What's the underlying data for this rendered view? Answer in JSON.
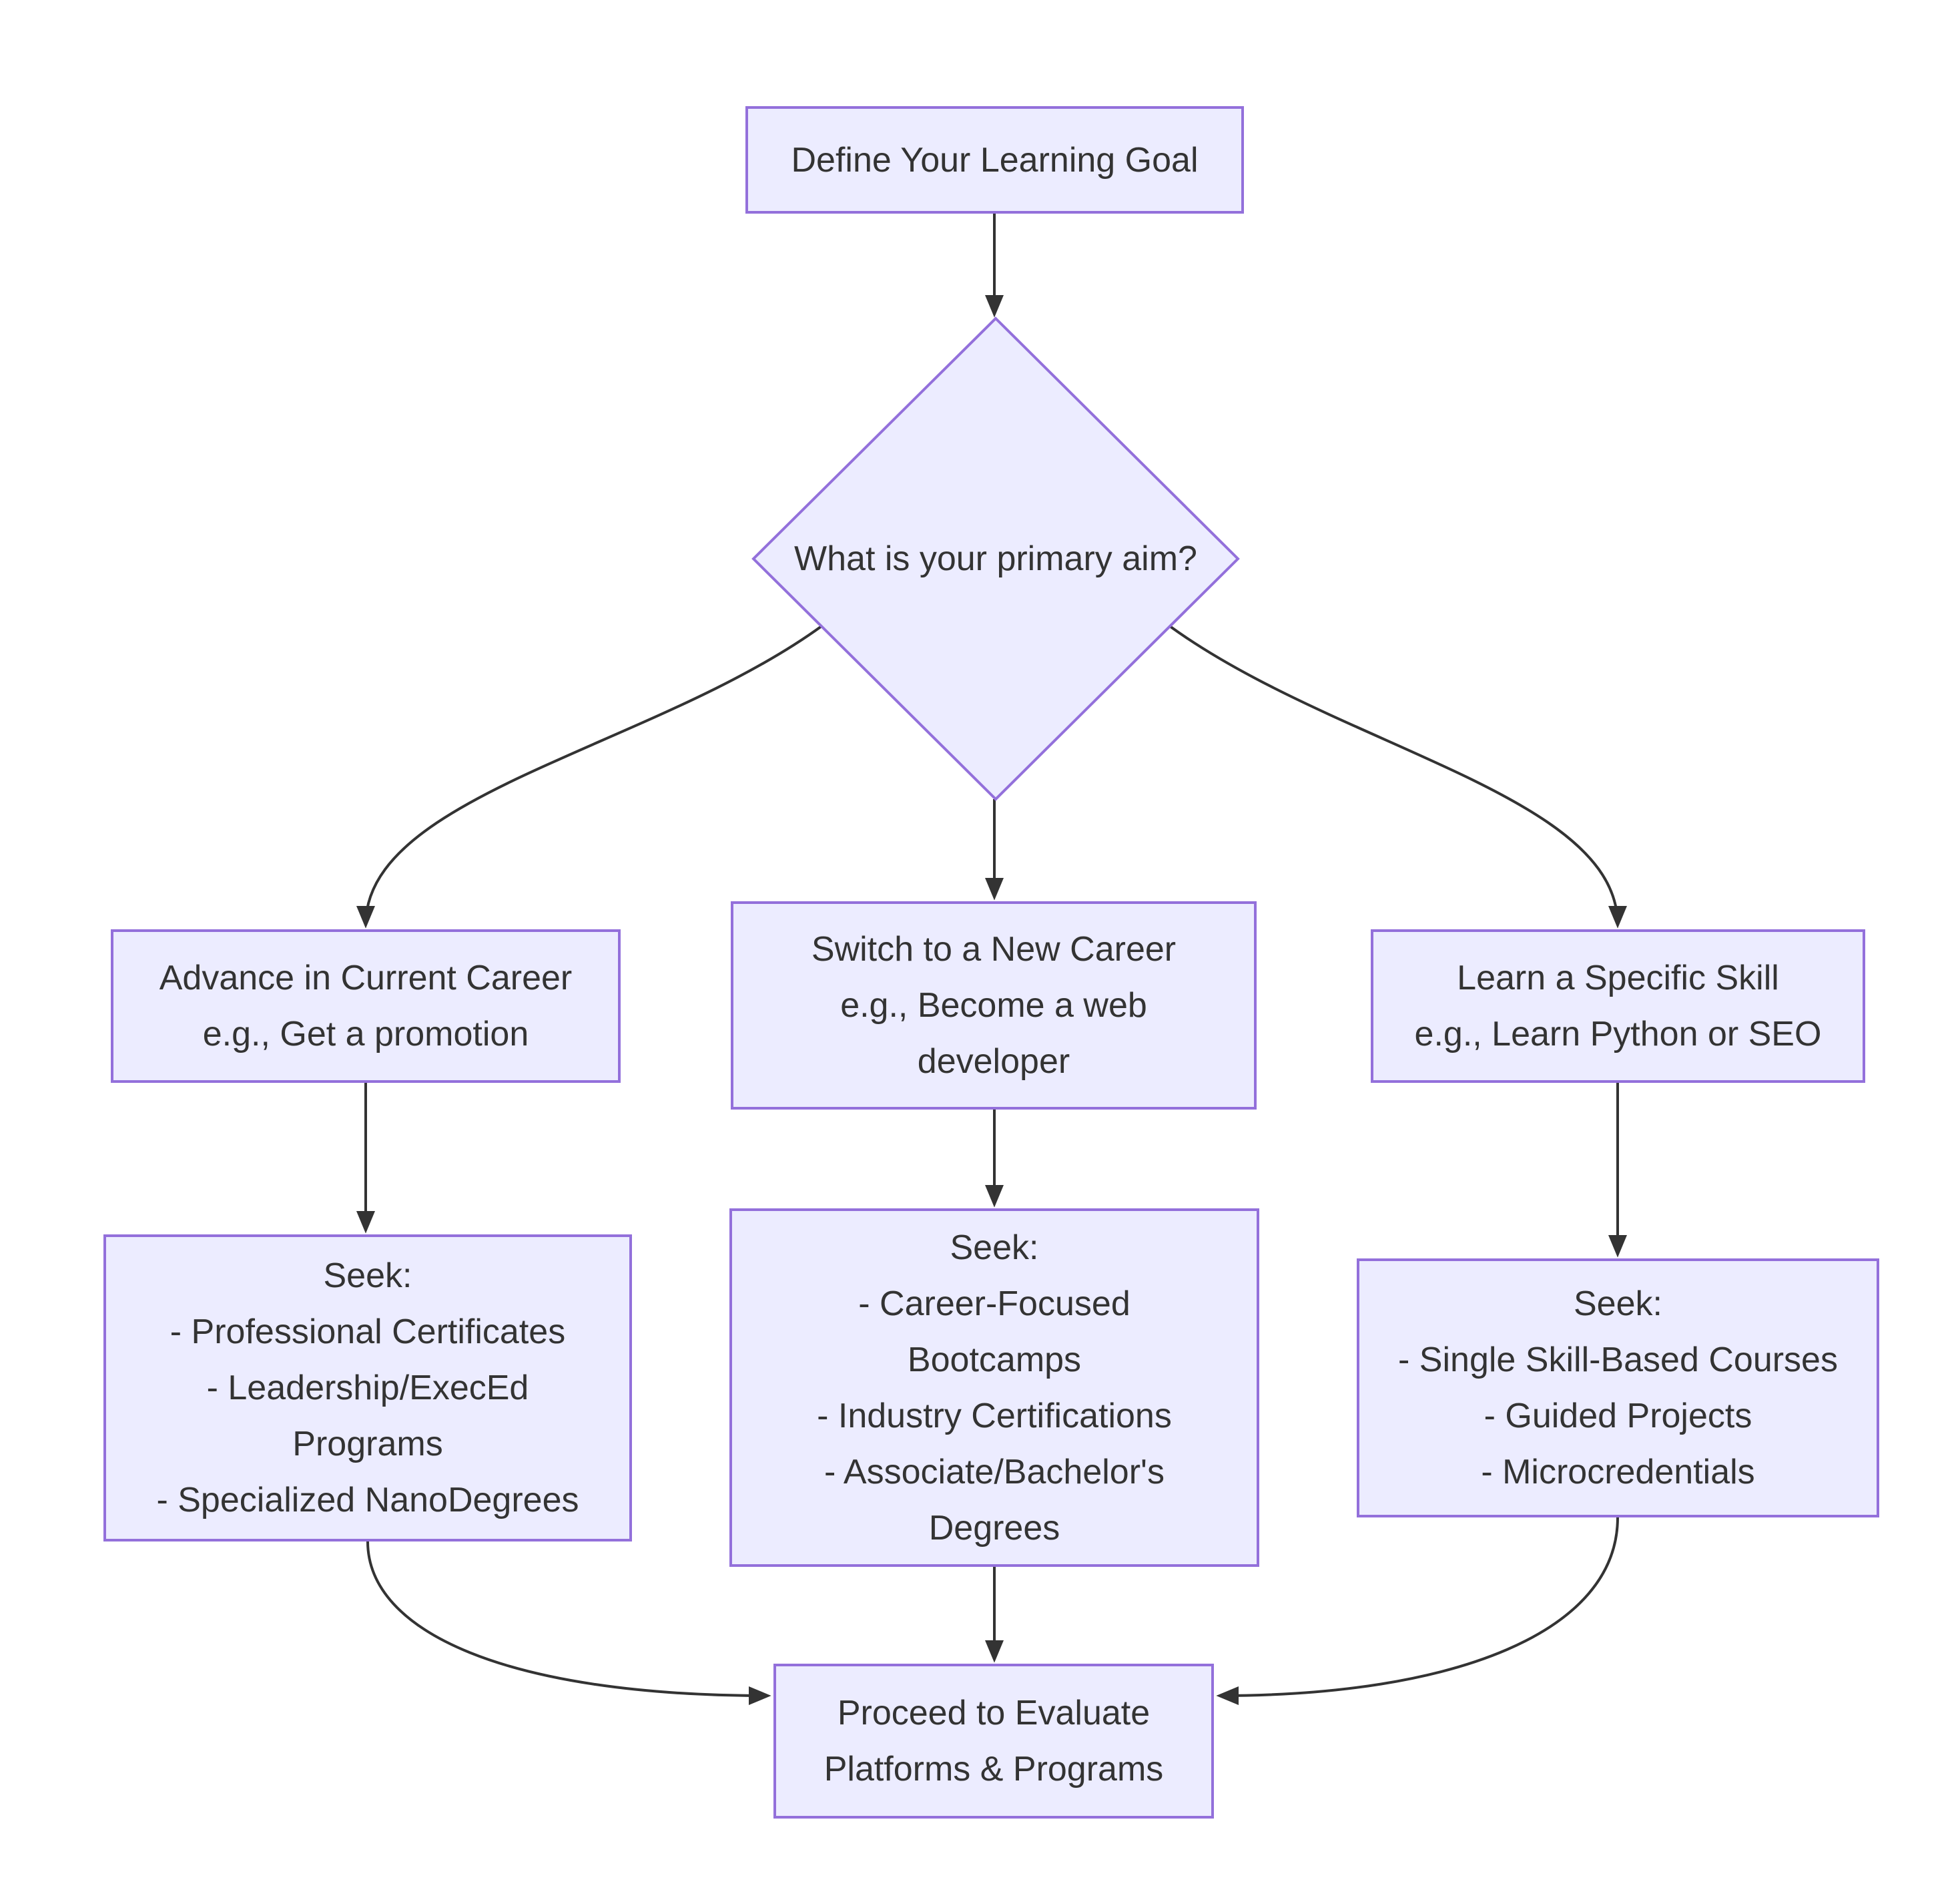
{
  "diagram": {
    "type": "flowchart",
    "direction": "top-down",
    "colors": {
      "node_fill": "#ECECFF",
      "node_border": "#9370DB",
      "edge": "#333333",
      "text": "#333333",
      "background": "#FFFFFF"
    },
    "nodes": {
      "goal": {
        "shape": "rect",
        "lines": [
          "Define Your Learning Goal"
        ]
      },
      "aim": {
        "shape": "diamond",
        "lines": [
          "What is your primary aim?"
        ]
      },
      "advance": {
        "shape": "rect",
        "lines": [
          "Advance in Current Career",
          "e.g., Get a promotion"
        ]
      },
      "switch": {
        "shape": "rect",
        "lines": [
          "Switch to a New Career",
          "e.g., Become a web",
          "developer"
        ]
      },
      "skill": {
        "shape": "rect",
        "lines": [
          "Learn a Specific Skill",
          "e.g., Learn Python or SEO"
        ]
      },
      "seek_advance": {
        "shape": "rect",
        "lines": [
          "Seek:",
          "- Professional Certificates",
          "- Leadership/ExecEd",
          "Programs",
          "- Specialized NanoDegrees"
        ]
      },
      "seek_switch": {
        "shape": "rect",
        "lines": [
          "Seek:",
          "- Career-Focused",
          "Bootcamps",
          "- Industry Certifications",
          "- Associate/Bachelor's",
          "Degrees"
        ]
      },
      "seek_skill": {
        "shape": "rect",
        "lines": [
          "Seek:",
          "- Single Skill-Based Courses",
          "- Guided Projects",
          "- Microcredentials"
        ]
      },
      "proceed": {
        "shape": "rect",
        "lines": [
          "Proceed to Evaluate",
          "Platforms & Programs"
        ]
      }
    },
    "edges": [
      {
        "from": "goal",
        "to": "aim"
      },
      {
        "from": "aim",
        "to": "advance"
      },
      {
        "from": "aim",
        "to": "switch"
      },
      {
        "from": "aim",
        "to": "skill"
      },
      {
        "from": "advance",
        "to": "seek_advance"
      },
      {
        "from": "switch",
        "to": "seek_switch"
      },
      {
        "from": "skill",
        "to": "seek_skill"
      },
      {
        "from": "seek_advance",
        "to": "proceed"
      },
      {
        "from": "seek_switch",
        "to": "proceed"
      },
      {
        "from": "seek_skill",
        "to": "proceed"
      }
    ]
  }
}
